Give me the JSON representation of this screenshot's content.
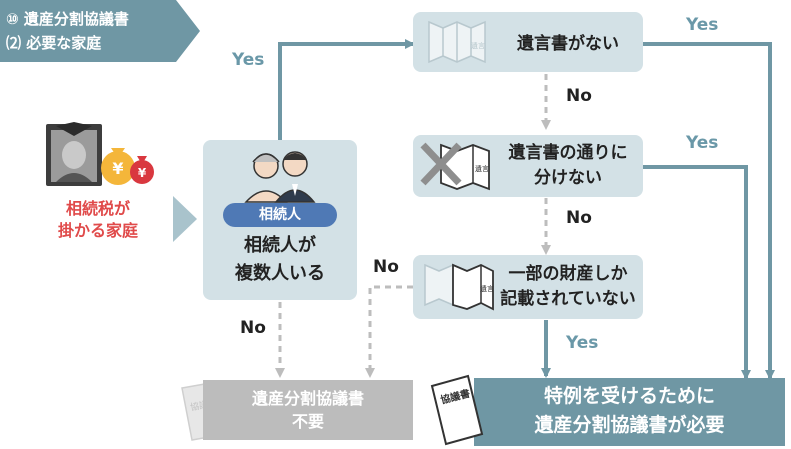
{
  "badge": {
    "line1": "⑩ 遺産分割協議書",
    "line2": "⑵ 必要な家庭"
  },
  "left": {
    "line1": "相続税が",
    "line2": "掛かる家庭",
    "yen": "¥"
  },
  "heirs": {
    "tag": "相続人",
    "line1": "相続人が",
    "line2": "複数人いる"
  },
  "flow": {
    "box1": "遺言書がない",
    "box2": [
      "遺言書の通りに",
      "分けない"
    ],
    "box3": [
      "一部の財産しか",
      "記載されていない"
    ],
    "doc_label": "遺言"
  },
  "labels": {
    "yes": "Yes",
    "no": "No"
  },
  "result_gray": {
    "line1": "遺産分割協議書",
    "line2": "不要",
    "doc_label": "協議書"
  },
  "result_teal": {
    "line1": "特例を受けるために",
    "line2": "遺産分割協議書が必要",
    "doc_label": "協議書"
  },
  "colors": {
    "teal": "#6f97a4",
    "box": "#d3e1e6",
    "gray": "#bcbcbc",
    "red": "#e04a4a",
    "tag": "#4f79b5"
  }
}
